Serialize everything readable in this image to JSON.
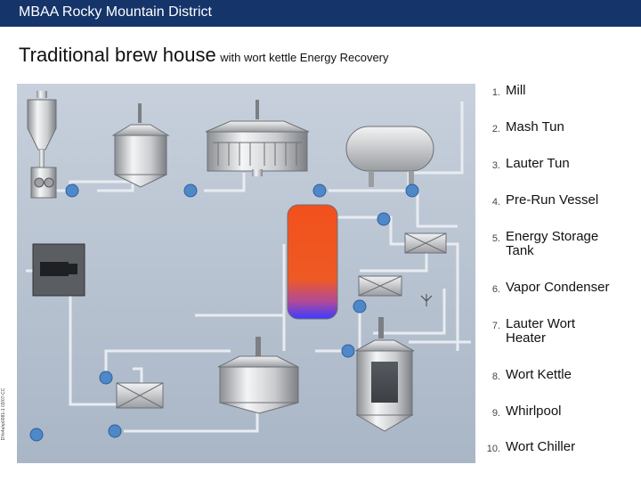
{
  "header": {
    "title": "MBAA Rocky Mountain District"
  },
  "page": {
    "title_main": "Traditional brew house",
    "title_sub": "with wort kettle Energy Recovery",
    "side_code": "DYe4ahp0081-1 03/07-CC"
  },
  "legend": [
    {
      "number": "1.",
      "label": "Mill"
    },
    {
      "number": "2.",
      "label": "Mash Tun"
    },
    {
      "number": "3.",
      "label": "Lauter Tun"
    },
    {
      "number": "4.",
      "label": "Pre-Run Vessel"
    },
    {
      "number": "5.",
      "label": "Energy Storage Tank"
    },
    {
      "number": "6.",
      "label": "Vapor Condenser"
    },
    {
      "number": "7.",
      "label": "Lauter Wort Heater"
    },
    {
      "number": "8.",
      "label": "Wort Kettle"
    },
    {
      "number": "9.",
      "label": "Whirlpool"
    },
    {
      "number": "10.",
      "label": "Wort Chiller"
    }
  ],
  "colors": {
    "header_bg": "#14346a",
    "diagram_bg": "#b5c0ce",
    "tank_top": "#f2501c",
    "tank_bottom": "#3b3bff",
    "arrow": "#4f88c8"
  }
}
